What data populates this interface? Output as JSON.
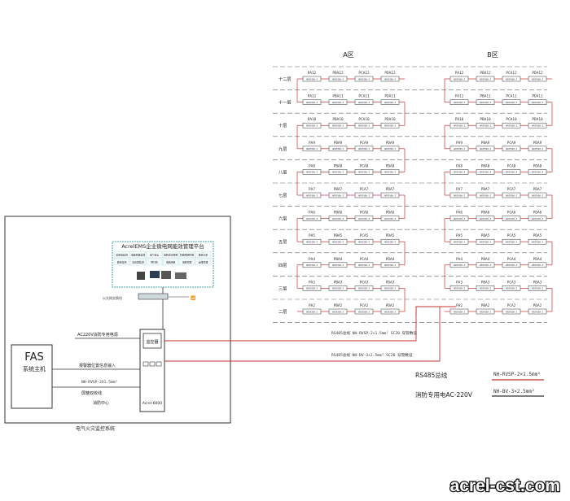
{
  "zones": {
    "a": "A区",
    "b": "B区"
  },
  "floors": [
    "十二层",
    "十一层",
    "十层",
    "九层",
    "八层",
    "七层",
    "六层",
    "五层",
    "四层",
    "三层",
    "二层"
  ],
  "a_panels": [
    [
      "PA12",
      "PBA12",
      "PCA12",
      "PDA12"
    ],
    [
      "PA11",
      "PBA11",
      "PCA11",
      "PDA11"
    ],
    [
      "PA10",
      "PBA10",
      "PCA10",
      "PDA10"
    ],
    [
      "PA9",
      "PBA9",
      "PCA9",
      "PDA9"
    ],
    [
      "PA8",
      "PBA8",
      "PCA8",
      "PDA8"
    ],
    [
      "PA7",
      "PBA7",
      "PCA7",
      "PDA7"
    ],
    [
      "PA6",
      "PBA6",
      "PCA6",
      "PDA6"
    ],
    [
      "PA5",
      "PBA5",
      "PCA5",
      "PDA5"
    ],
    [
      "PA4",
      "PBA4",
      "PCA4",
      "PDA4"
    ],
    [
      "PA3",
      "PBA3",
      "PCA3",
      "PDA3"
    ],
    [
      "PA2",
      "PBA2",
      "PCA2",
      "PDA2"
    ]
  ],
  "b_panels": [
    [
      "PA12",
      "PBA12",
      "PCA12",
      "PDA12"
    ],
    [
      "PA11",
      "PBA11",
      "PCA11",
      "PDA11"
    ],
    [
      "PA10",
      "PBA10",
      "PCA10",
      "PDA10"
    ],
    [
      "PA9",
      "PBA9",
      "PCA9",
      "PDA9"
    ],
    [
      "PA8",
      "PBA8",
      "PCA8",
      "PDA8"
    ],
    [
      "PA7",
      "PBA7",
      "PCA7",
      "PDA7"
    ],
    [
      "PA6",
      "PBA6",
      "PCA6",
      "PDA6"
    ],
    [
      "PA5",
      "PBA5",
      "PCA5",
      "PDA5"
    ],
    [
      "PA4",
      "PBA4",
      "PCA4",
      "PDA4"
    ],
    [
      "PA3",
      "PBA3",
      "PCA3",
      "PDA3"
    ],
    [
      "PA2",
      "PBA2",
      "PCA2",
      "PDA2"
    ]
  ],
  "detector_label": "ARCM300-Z",
  "platform": {
    "title": "AcrelEMS企业微电网能效管理平台",
    "row1": [
      "变配电监测",
      "电能质量监测",
      "电气安全",
      "消防应急照明",
      "智能照明控制",
      "能耗分析"
    ],
    "row2": [
      "能耗监测",
      "变压器监测",
      "预付费",
      "电能质量",
      "电能管理",
      "运维管理"
    ]
  },
  "switch_label": "以太网交换机",
  "system_box": {
    "monitor": "监控器",
    "ac_power": "AC220V消防专用电源",
    "alarm_input": "报警器位置信息输入",
    "cable": "NH-RVSP-2X1.5mm²",
    "shield": "屏蔽双绞线",
    "fire_center": "消防中心",
    "model": "Acrel-6000",
    "caption": "电气火灾监控系统"
  },
  "fas": {
    "title": "FAS",
    "subtitle": "系统主机"
  },
  "bus_notes": {
    "rs485": "RS485总线 NH-RVSP-2×1.5mm² SC20 穿管敷设",
    "power": "RS485总线 NH-BV-3×2.5mm² SC20 穿管敷设"
  },
  "legend": {
    "rs485_label": "RS485总线",
    "rs485_cable": "NH-RVSP-2×1.5mm²",
    "power_label": "消防专用电AC-220V",
    "power_cable": "NH-BV-3×2.5mm²"
  },
  "watermark": "acrel-cst.com",
  "colors": {
    "bus": "#c8322f",
    "line": "#333333",
    "accent": "#1a8a8a"
  }
}
